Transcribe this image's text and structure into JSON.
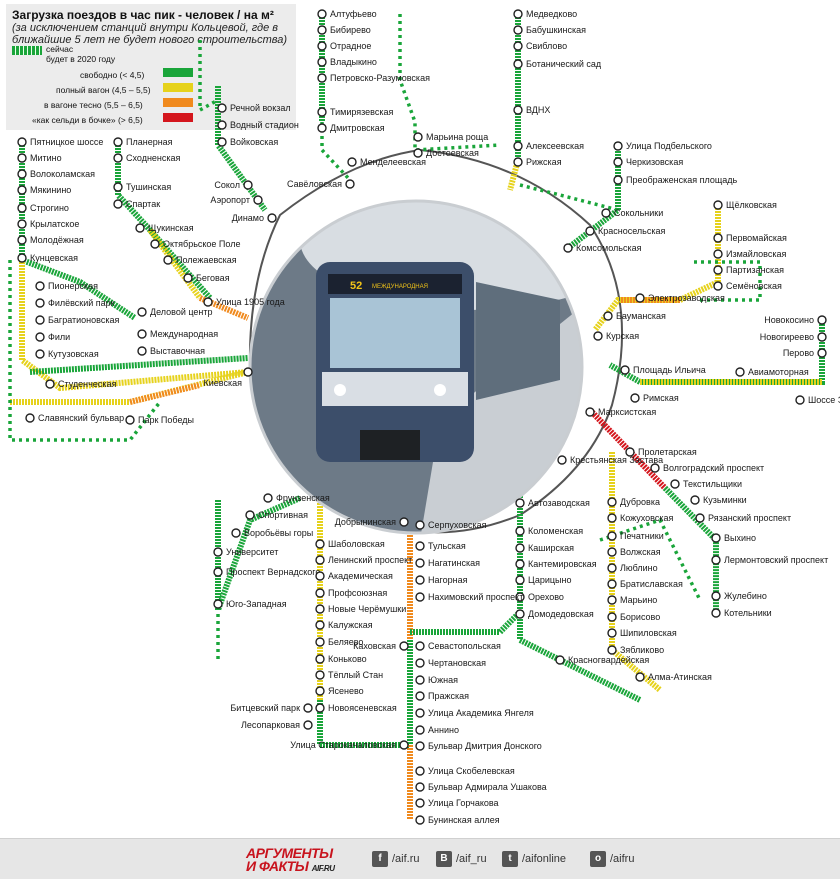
{
  "legend": {
    "title": "Загрузка поездов в час пик - человек / на м²",
    "subtitle": "(за исключением станций внутри Кольцевой,  где в ближайшие 5 лет не будет нового строительства)",
    "now_label": "сейчас",
    "future_label": "будет в 2020 году",
    "items": [
      {
        "label": "свободно  (< 4,5)",
        "color": "#1aa53a"
      },
      {
        "label": "полный вагон (4,5 – 5,5)",
        "color": "#e6d21c"
      },
      {
        "label": "в вагоне тесно (5,5 – 6,5)",
        "color": "#f08a1e"
      },
      {
        "label": "«как сельди в бочке» (> 6,5)",
        "color": "#d4161d"
      }
    ]
  },
  "colors": {
    "free": "#1aa53a",
    "full": "#e6d21c",
    "tight": "#f08a1e",
    "packed": "#d4161d",
    "future": "#1aa53a",
    "ring": "#555555"
  },
  "stations": {
    "altufyevo": "Алтуфьево",
    "bibirevo": "Бибирево",
    "otradnoe": "Отрадное",
    "vladykino": "Владыкино",
    "petrovsko": "Петровско-Разумовская",
    "timiryazevskaya": "Тимирязевская",
    "dmitrovskaya": "Дмитровская",
    "savelovskaya": "Савёловская",
    "mendeleevskaya": "Менделеевская",
    "maryina": "Марьина роща",
    "dostoevskaya": "Достоевская",
    "medvedkovo": "Медведково",
    "babushkinskaya": "Бабушкинская",
    "sviblovo": "Свиблово",
    "botanicheskiy": "Ботанический сад",
    "vdnh": "ВДНХ",
    "alekseevskaya": "Алексеевская",
    "rizhskaya": "Рижская",
    "rechnoy": "Речной вокзал",
    "vodny": "Водный стадион",
    "voykovskaya": "Войковская",
    "sokol": "Сокол",
    "aeroport": "Аэропорт",
    "dinamo": "Динамо",
    "planernaya": "Планерная",
    "skhodnenskaya": "Сходненская",
    "tushinskaya": "Тушинская",
    "spartak": "Спартак",
    "shchukinskaya": "Щукинская",
    "oktyabrskoe": "Октябрьское Поле",
    "polezhaevskaya": "Полежаевская",
    "begovaya": "Беговая",
    "ulitsa1905": "Улица 1905 года",
    "pyatnitskoe": "Пятницкое шоссе",
    "mitino": "Митино",
    "volokolamskaya": "Волоколамская",
    "myakinino": "Мякинино",
    "strogino": "Строгино",
    "krylatskoe": "Крылатское",
    "molodezhnaya": "Молодёжная",
    "kuntsevskaya": "Кунцевская",
    "pionerskaya": "Пионерская",
    "filevsky": "Филёвский парк",
    "bagrationovskaya": "Багратионовская",
    "fili": "Фили",
    "kutuzovskaya": "Кутузовская",
    "studencheskaya": "Студенческая",
    "kievskaya": "Киевская",
    "delovoy": "Деловой центр",
    "mezhdunarodnaya": "Международная",
    "vystavochnaya": "Выставочная",
    "slavyansky": "Славянский бульвар",
    "park_pobedy": "Парк Победы",
    "podbelskogo": "Улица Подбельского",
    "cherkizovskaya": "Черкизовская",
    "preobrazhenskaya": "Преображенская площадь",
    "sokolniki": "Сокольники",
    "krasnoselskaya": "Красносельская",
    "komsomolskaya": "Комсомольская",
    "shchelkovskaya": "Щёлковская",
    "pervomayskaya": "Первомайская",
    "izmaylovskaya": "Измайловская",
    "partizanskaya": "Партизанская",
    "semenovskaya": "Семёновская",
    "elektrozavodskaya": "Электрозаводская",
    "baumanskaya": "Бауманская",
    "kurskaya": "Курская",
    "novokosino": "Новокосино",
    "novogireevo": "Новогиреево",
    "perovo": "Перово",
    "shosse": "Шоссе Энтузиастов",
    "aviamotornaya": "Авиамоторная",
    "ilyicha": "Площадь Ильича",
    "rimskaya": "Римская",
    "marksistskaya": "Марксистская",
    "proletarskaya": "Пролетарская",
    "krestyanskaya": "Крестьянская Застава",
    "volgogradsky": "Волгоградский проспект",
    "tekstilshchiki": "Текстильщики",
    "kuzminki": "Кузьминки",
    "ryazansky": "Рязанский проспект",
    "vykhino": "Выхино",
    "lermontovsky": "Лермонтовский проспект",
    "zhulebino": "Жулебино",
    "kotelniki": "Котельники",
    "dubrovka": "Дубровка",
    "kozhukhovskaya": "Кожуховская",
    "pechatniki": "Печатники",
    "volzhskaya": "Волжская",
    "lyublino": "Люблино",
    "bratislavskaya": "Братиславская",
    "maryino": "Марьино",
    "borisovo": "Борисово",
    "shipilovskaya": "Шипиловская",
    "zyablikovo": "Зябликово",
    "avtozavodskaya": "Автозаводская",
    "kolomenskaya": "Коломенская",
    "kashirskaya": "Каширская",
    "kantemirovskaya": "Кантемировская",
    "tsaritsyno": "Царицыно",
    "orekhovo": "Орехово",
    "domodedovskaya": "Домодедовская",
    "krasnogvardeyskaya": "Красногвардейская",
    "alma_atinskaya": "Алма-Атинская",
    "frunzenskaya": "Фрунзенская",
    "sportivnaya": "Спортивная",
    "vorobyovy": "Воробьёвы горы",
    "universitet": "Университет",
    "prospekt_vernadskogo": "Проспект Вернадского",
    "yugo_zapadnaya": "Юго-Западная",
    "dobryninskaya": "Добрынинская",
    "serpukhovskaya": "Серпуховская",
    "shabolovskaya": "Шаболовская",
    "leninsky": "Ленинский проспект",
    "akademicheskaya": "Академическая",
    "profsoyuznaya": "Профсоюзная",
    "novye_cheremushki": "Новые Черёмушки",
    "kaluzhskaya": "Калужская",
    "belyaevo": "Беляево",
    "konkovo": "Коньково",
    "teply_stan": "Тёплый Стан",
    "yasenevo": "Ясенево",
    "novoyasenevskaya": "Новоясеневская",
    "bitsevsky": "Битцевский парк",
    "lesoparkovaya": "Лесопарковая",
    "starokachalovskaya": "Улица Старокачаловская",
    "tulskaya": "Тульская",
    "nagatinskaya": "Нагатинская",
    "nagornaya": "Нагорная",
    "nakhimovsky": "Нахимовский проспект",
    "kakhovskaya": "Каховская",
    "sevastopolskaya": "Севастопольская",
    "chertanovskaya": "Чертановская",
    "yuzhnaya": "Южная",
    "prazhskaya": "Пражская",
    "yangelya": "Улица Академика Янгеля",
    "annino": "Аннино",
    "donskogo": "Бульвар Дмитрия Донского",
    "skobelevskaya": "Улица Скобелевская",
    "ushakova": "Бульвар Адмирала Ушакова",
    "gorchakova": "Улица Горчакова",
    "buninskaya": "Бунинская аллея"
  },
  "photo": {
    "train_number": "52",
    "train_sign": "МЕЖДУНАРОДНАЯ"
  },
  "footer": {
    "logo_top": "АРГУМЕНТЫ",
    "logo_bottom": "И ФАКТЫ",
    "logo_url": "AIF.RU",
    "social": [
      {
        "icon": "f",
        "label": "/aif.ru"
      },
      {
        "icon": "В",
        "label": "/aif_ru"
      },
      {
        "icon": "t",
        "label": "/aifonline"
      },
      {
        "icon": "о",
        "label": "/aifru"
      }
    ]
  }
}
